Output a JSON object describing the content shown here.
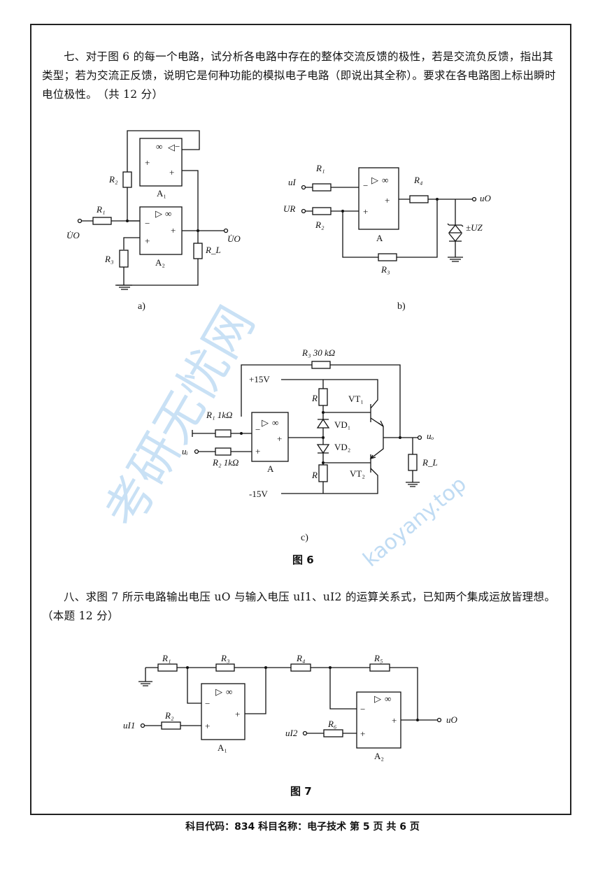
{
  "q7": {
    "text": "七、对于图 6 的每一个电路，试分析各电路中存在的整体交流反馈的极性，若是交流负反馈，指出其类型；若为交流正反馈，说明它是何种功能的模拟电子电路（即说出其全称）。要求在各电路图上标出瞬时电位极性。　（共 12 分）"
  },
  "fig6": {
    "caption": "图 6",
    "a": {
      "label": "a)",
      "amp1": "A₁",
      "amp2": "A₂",
      "R1": "R₁",
      "R2": "R₂",
      "R3": "R₃",
      "RL": "R_L",
      "in": "U̇O",
      "out": "U̇O",
      "symbol": "∞"
    },
    "b": {
      "label": "b)",
      "amp": "A",
      "R1": "R₁",
      "R2": "R₂",
      "R3": "R₃",
      "R4": "R₄",
      "uI": "uI",
      "UR": "UR",
      "uO": "uO",
      "uz": "±UZ"
    },
    "c": {
      "label": "c)",
      "amp": "A",
      "R3": "R₃ 30 kΩ",
      "R1": "R₁ 1kΩ",
      "R2": "R₂ 1kΩ",
      "R": "R",
      "RL": "R_L",
      "vpos": "+15V",
      "vneg": "-15V",
      "VT1": "VT₁",
      "VT2": "VT₂",
      "VD1": "VD₁",
      "VD2": "VD₂",
      "ui": "uᵢ",
      "uo": "uₒ"
    }
  },
  "q8": {
    "text": "八、求图 7 所示电路输出电压 uO 与输入电压 uI1、uI2 的运算关系式，已知两个集成运放皆理想。　（本题 12 分）"
  },
  "fig7": {
    "caption": "图 7",
    "R1": "R₁",
    "R2": "R₂",
    "R3": "R₃",
    "R4": "R₄",
    "R5": "R₅",
    "R6": "R₆",
    "A1": "A₁",
    "A2": "A₂",
    "uI1": "uI1",
    "uI2": "uI2",
    "uO": "uO"
  },
  "footer": "科目代码：834 科目名称：电子技术 第 5 页 共 6 页",
  "watermark": {
    "cn": "考研无忧网",
    "url": "kaoyany.top"
  }
}
